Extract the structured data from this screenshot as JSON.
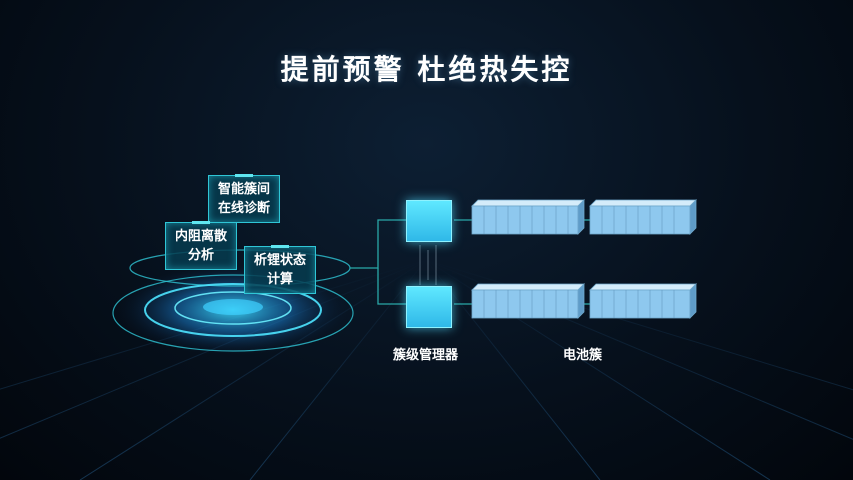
{
  "title": "提前预警 杜绝热失控",
  "tags": {
    "diag": [
      "智能簇间",
      "在线诊断"
    ],
    "resist": [
      "内阻离散",
      "分析"
    ],
    "lithium": [
      "析锂状态",
      "计算"
    ]
  },
  "labels": {
    "manager": "簇级管理器",
    "cluster": "电池簇"
  },
  "colors": {
    "accent": "#2fc6d6",
    "module": "#9ed4f5",
    "line": "#2aa8a8"
  }
}
